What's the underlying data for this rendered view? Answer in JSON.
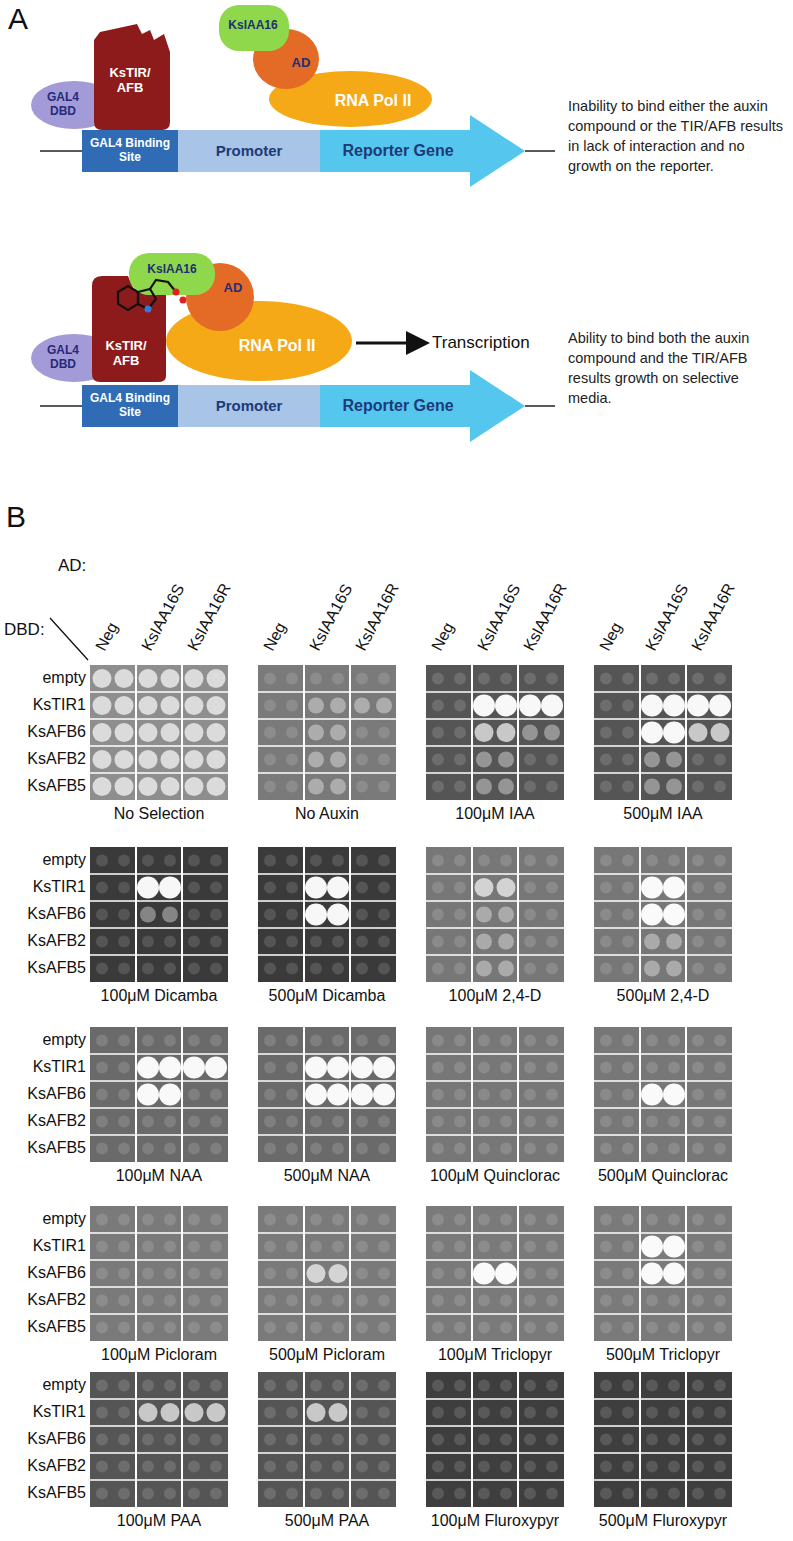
{
  "diagram": {
    "nodes": [
      {
        "text": [
          "GAL4 DBD"
        ]
      },
      {
        "text": [
          "KsTIR/ AFB"
        ]
      },
      {
        "text": [
          "KsIAA16"
        ]
      },
      {
        "text": [
          "AD"
        ]
      },
      {
        "text": [
          "RNA Pol II"
        ]
      },
      {
        "text": [
          "GAL4 Binding Site"
        ]
      },
      {
        "text": [
          "Promoter"
        ]
      },
      {
        "text": [
          "Reporter Gene"
        ]
      },
      {
        "text": [
          "GAL4 DBD"
        ]
      },
      {
        "text": [
          "KsTIR/ AFB"
        ]
      },
      {
        "text": [
          "KsIAA16"
        ]
      },
      {
        "text": [
          "AD"
        ]
      },
      {
        "text": [
          "RNA Pol II"
        ]
      },
      {
        "text": [
          "GAL4 Binding Site"
        ]
      },
      {
        "text": [
          "Promoter"
        ]
      },
      {
        "text": [
          "Reporter Gene"
        ]
      }
    ],
    "labels": [
      "A",
      "Inability to bind either the auxin compound or the TIR/AFB results in lack of interaction and no growth on the reporter.",
      "Transcription",
      "Ability to bind both the auxin compound and the TIR/AFB results growth on selective media.",
      "B",
      "AD:",
      "DBD:",
      "Neg",
      "KsIAA16S",
      "KsIAA16R",
      "Neg",
      "KsIAA16S",
      "KsIAA16R",
      "Neg",
      "KsIAA16S",
      "KsIAA16R",
      "Neg",
      "KsIAA16S",
      "KsIAA16R",
      "empty",
      "KsTIR1",
      "KsAFB6",
      "KsAFB2",
      "KsAFB5",
      "No Selection",
      "No Auxin",
      "100μM IAA",
      "500μM IAA",
      "empty",
      "KsTIR1",
      "KsAFB6",
      "KsAFB2",
      "KsAFB5",
      "100μM Dicamba",
      "500μM Dicamba",
      "100μM 2,4-D",
      "500μM 2,4-D",
      "empty",
      "KsTIR1",
      "KsAFB6",
      "KsAFB2",
      "KsAFB5",
      "100μM NAA",
      "500μM NAA",
      "100μM Quinclorac",
      "500μM Quinclorac",
      "empty",
      "KsTIR1",
      "KsAFB6",
      "KsAFB2",
      "KsAFB5",
      "100μM Picloram",
      "500μM Picloram",
      "100μM Triclopyr",
      "500μM Triclopyr",
      "empty",
      "KsTIR1",
      "KsAFB6",
      "KsAFB2",
      "KsAFB5",
      "100μM PAA",
      "500μM PAA",
      "100μM Fluroxypyr",
      "500μM Fluroxypyr"
    ]
  }
}
